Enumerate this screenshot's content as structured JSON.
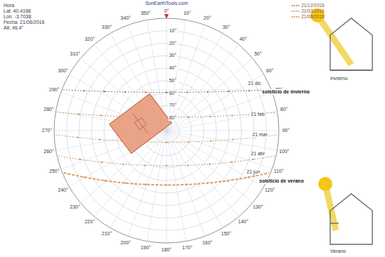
{
  "diagram": {
    "title": "SunEarthTools.com",
    "labels": [
      "Hora",
      "Lat: 40.4168",
      "Lon: -3.7038",
      "Fecha: 21/06/2016",
      "Alt: 46.4°",
      "0°",
      "10°",
      "20°",
      "30°",
      "40°",
      "50°",
      "60°",
      "70°",
      "80°",
      "90°",
      "100°",
      "110°",
      "120°",
      "130°",
      "140°",
      "150°",
      "160°",
      "170°",
      "180°",
      "190°",
      "200°",
      "210°",
      "220°",
      "230°",
      "240°",
      "250°",
      "260°",
      "270°",
      "280°",
      "290°",
      "300°",
      "310°",
      "320°",
      "330°",
      "340°",
      "350°",
      "80°",
      "70°",
      "60°",
      "50°",
      "40°",
      "30°",
      "20°",
      "10°",
      "21 dic",
      "solsticio de invierno",
      "21 feb",
      "21 mar",
      "21 abr",
      "21 jun",
      "solsticio de verano",
      "Invierno",
      "Verano"
    ],
    "legend": [
      {
        "text": "21/12/2016"
      },
      {
        "text": "21/03/2016"
      },
      {
        "text": "21/06/2016"
      }
    ]
  }
}
